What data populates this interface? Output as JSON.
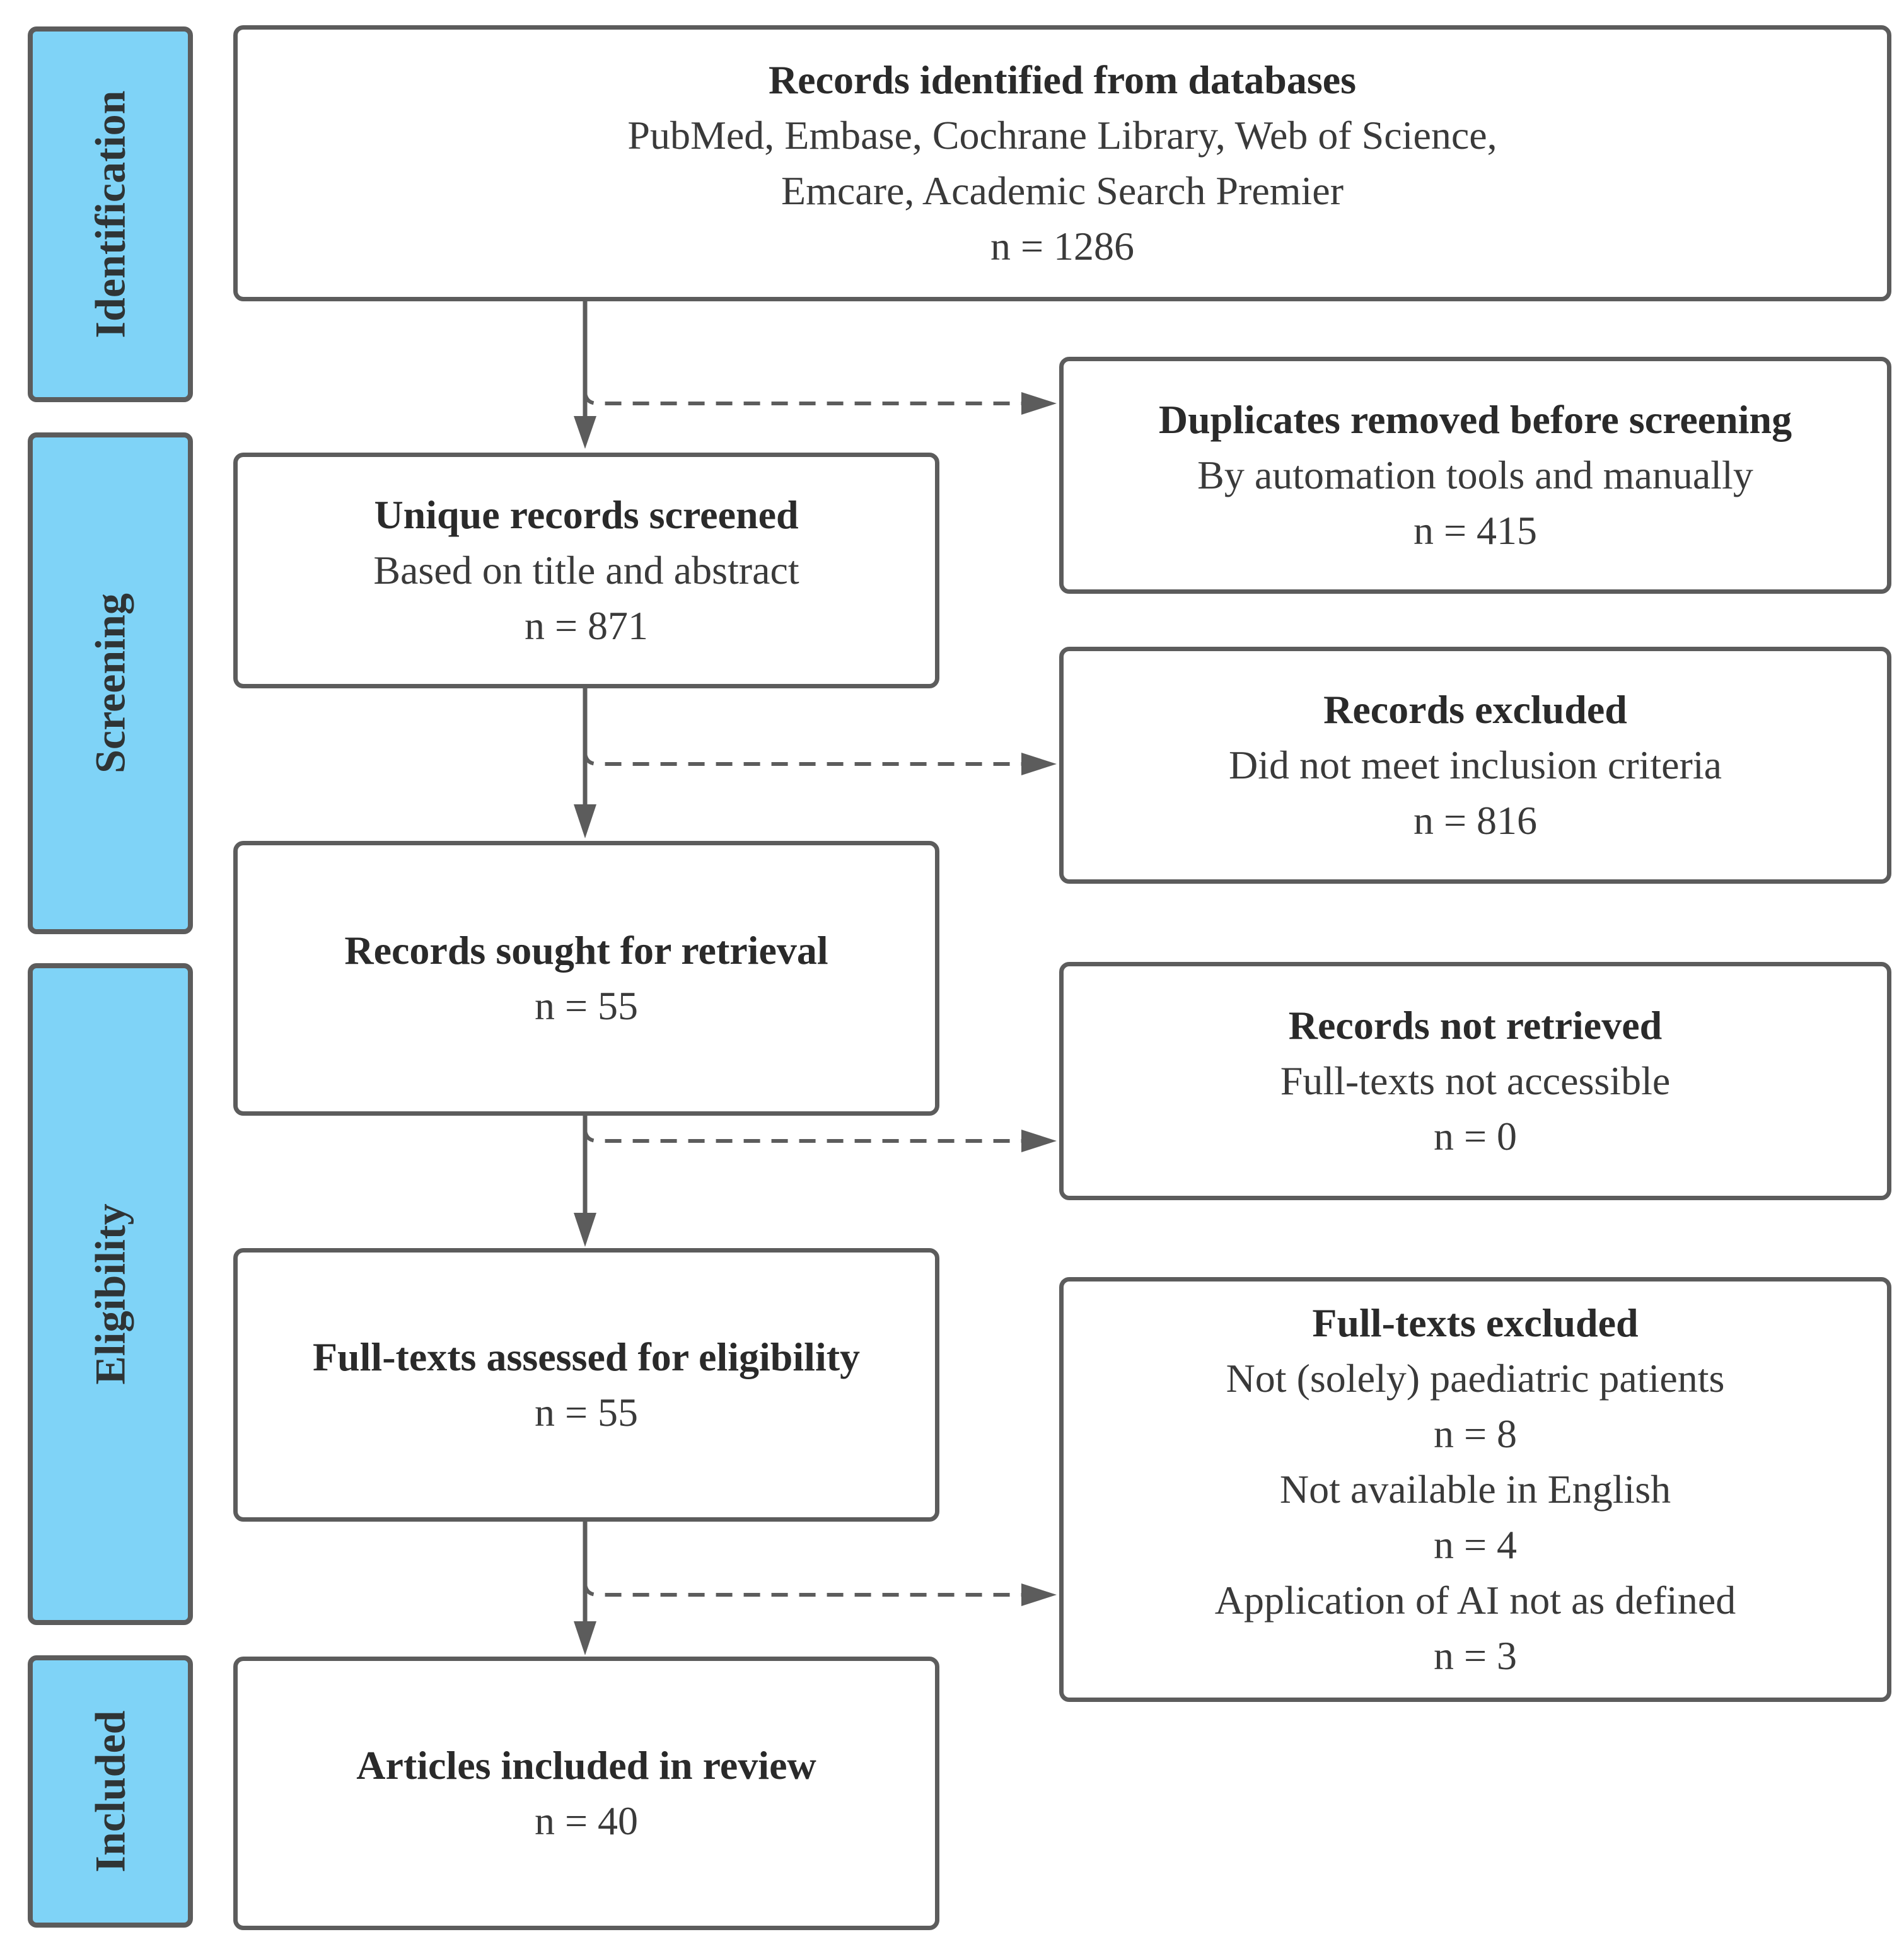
{
  "phases": {
    "identification": "Identification",
    "screening": "Screening",
    "eligibility": "Eligibility",
    "included": "Included"
  },
  "boxes": {
    "identified": {
      "title": "Records identified from databases",
      "line1": "PubMed, Embase, Cochrane Library, Web of Science,",
      "line2": "Emcare, Academic Search Premier",
      "count": "n = 1286"
    },
    "duplicates": {
      "title": "Duplicates removed before screening",
      "line1": "By automation tools and manually",
      "count": "n = 415"
    },
    "screened": {
      "title": "Unique records screened",
      "line1": "Based on title and abstract",
      "count": "n = 871"
    },
    "excluded": {
      "title": "Records excluded",
      "line1": "Did not meet inclusion criteria",
      "count": "n = 816"
    },
    "sought": {
      "title": "Records sought for retrieval",
      "count": "n = 55"
    },
    "not_retrieved": {
      "title": "Records not retrieved",
      "line1": "Full-texts not accessible",
      "count": "n = 0"
    },
    "assessed": {
      "title": "Full-texts assessed for eligibility",
      "count": "n = 55"
    },
    "fulltext_excluded": {
      "title": "Full-texts excluded",
      "reason1": "Not (solely) paediatric patients",
      "count1": "n = 8",
      "reason2": "Not available in English",
      "count2": "n = 4",
      "reason3": "Application of AI not as defined",
      "count3": "n = 3"
    },
    "included": {
      "title": "Articles included in review",
      "count": "n = 40"
    }
  },
  "colors": {
    "phase_fill": "#7fd3f7",
    "border": "#5c5c5c",
    "text": "#333333"
  }
}
